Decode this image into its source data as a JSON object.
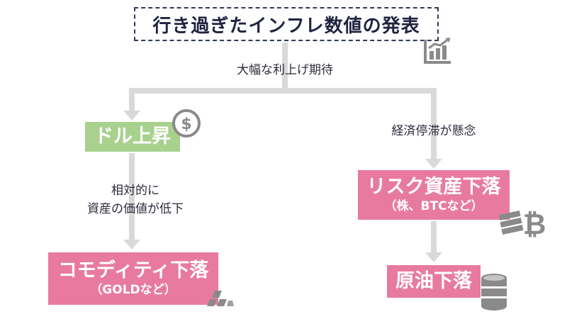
{
  "title": "行き過ぎたインフレ数値の発表",
  "branch_label": "大幅な利上げ期待",
  "left": {
    "box1": "ドル上昇",
    "reason_line1": "相対的に",
    "reason_line2": "資産の価値が低下",
    "box2_main": "コモディティ下落",
    "box2_sub": "（GOLDなど）"
  },
  "right": {
    "reason": "経済停滞が懸念",
    "box1_main": "リスク資産下落",
    "box1_sub": "（株、BTCなど）",
    "box2": "原油下落"
  },
  "colors": {
    "accent_green": "#a9d18e",
    "accent_pink": "#e87aa0",
    "connector": "#d9d9d9",
    "title_border": "#2e3a5c"
  },
  "icons": [
    "chart-icon",
    "dollar-coin-icon",
    "gold-bars-icon",
    "bitcoin-icon",
    "oil-barrel-icon"
  ]
}
